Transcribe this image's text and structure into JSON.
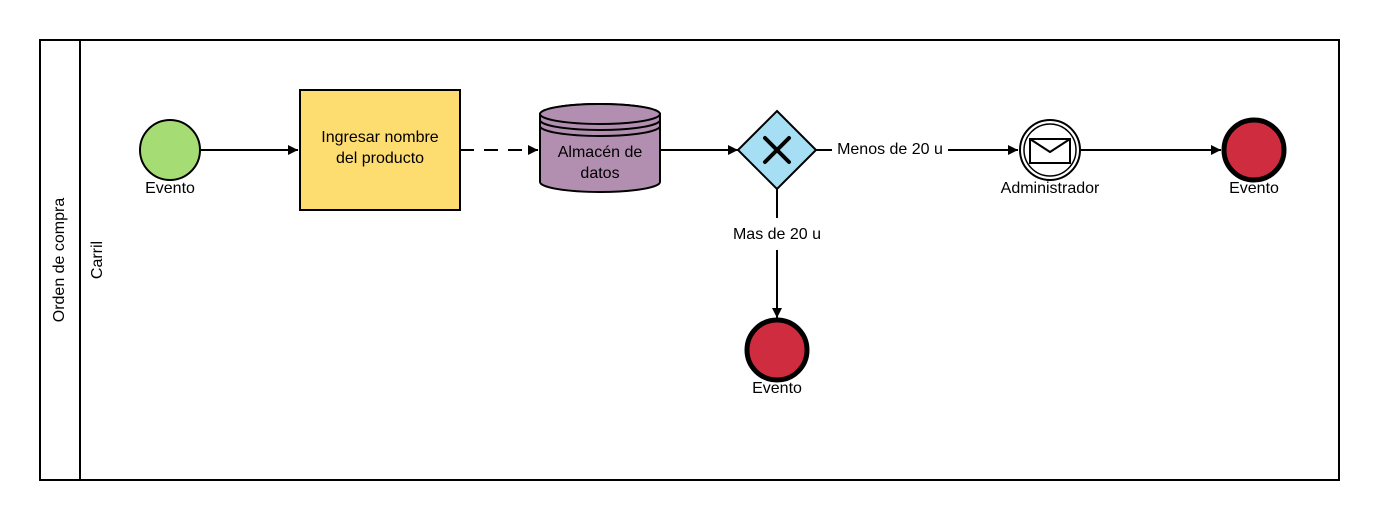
{
  "pool": {
    "label": "Orden de compra"
  },
  "lane": {
    "label": "Carril"
  },
  "nodes": {
    "start_event": {
      "label": "Evento",
      "fill": "#a6dc74"
    },
    "task": {
      "line1": "Ingresar nombre",
      "line2": "del producto",
      "fill": "#fddc70"
    },
    "data_store": {
      "line1": "Almacén de",
      "line2": "datos",
      "fill": "#b28fb0"
    },
    "gateway": {
      "fill": "#a6def4"
    },
    "message_event": {
      "label": "Administrador"
    },
    "end_event_right": {
      "label": "Evento",
      "fill": "#cf2d3f"
    },
    "end_event_bottom": {
      "label": "Evento",
      "fill": "#cf2d3f"
    }
  },
  "flows": {
    "less_than": {
      "label": "Menos de 20 u"
    },
    "more_than": {
      "label": "Mas de 20 u"
    }
  }
}
